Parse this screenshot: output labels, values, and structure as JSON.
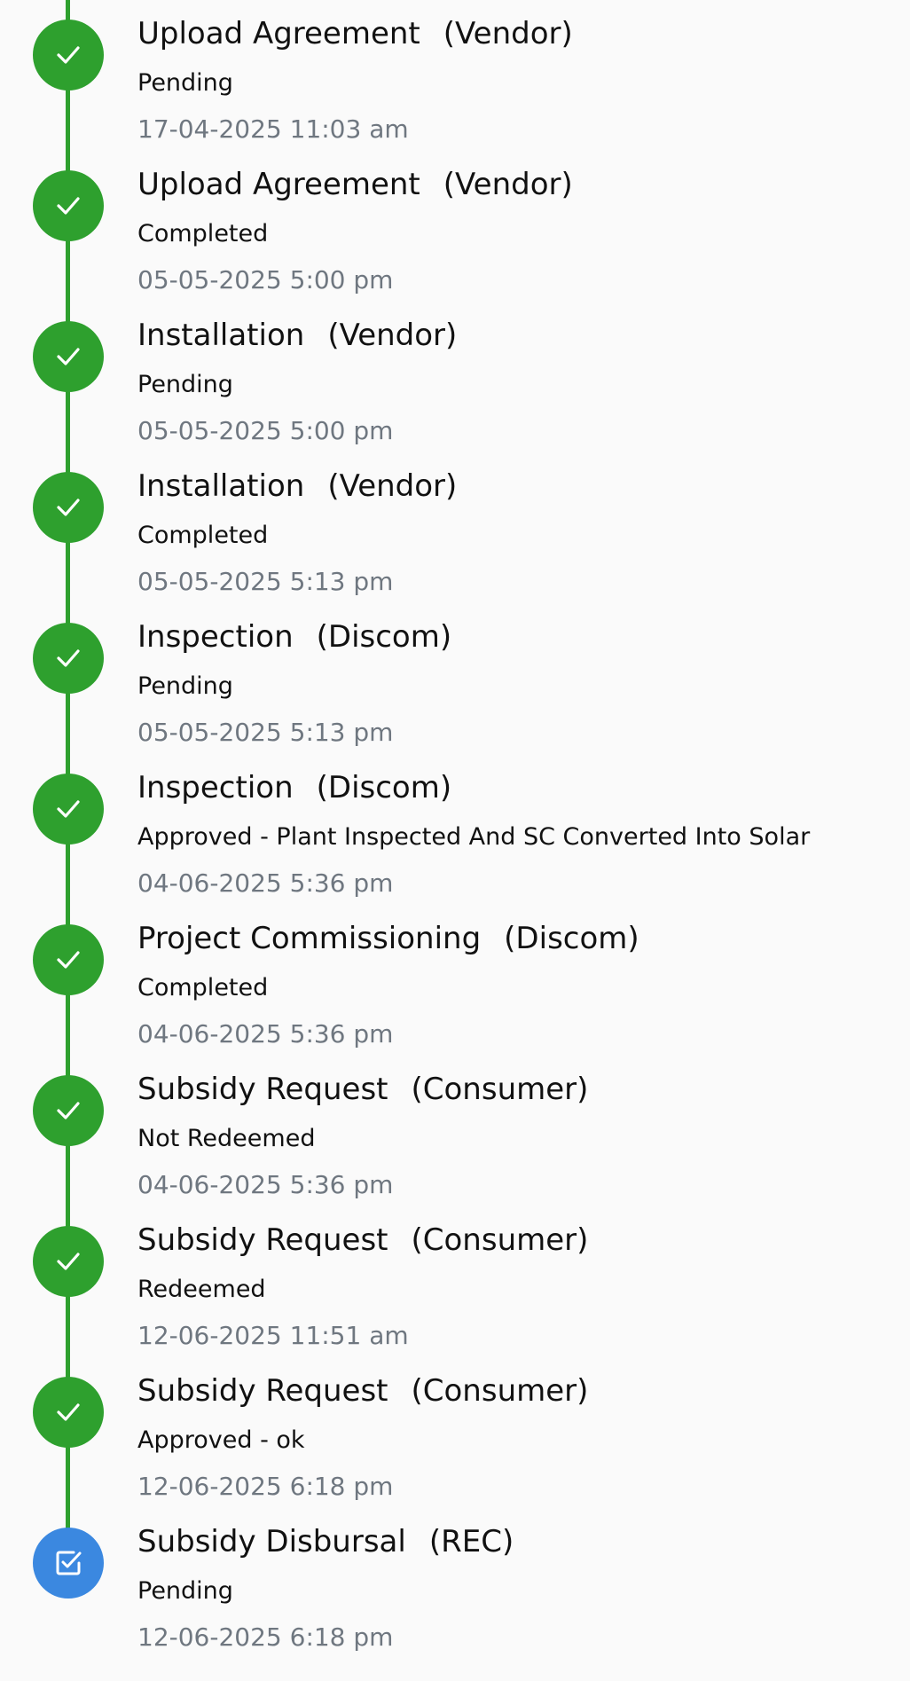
{
  "colors": {
    "completed": "#2ea02e",
    "current": "#3b88e0",
    "timestamp": "#6f7780",
    "text": "#111111",
    "background": "#fafafa"
  },
  "timeline": [
    {
      "step": "Upload Agreement",
      "actor": "(Vendor)",
      "status": "Pending",
      "time": "17-04-2025 11:03 am",
      "state": "done",
      "icon": "check-icon"
    },
    {
      "step": "Upload Agreement",
      "actor": "(Vendor)",
      "status": "Completed",
      "time": "05-05-2025 5:00 pm",
      "state": "done",
      "icon": "check-icon"
    },
    {
      "step": "Installation",
      "actor": "(Vendor)",
      "status": "Pending",
      "time": "05-05-2025 5:00 pm",
      "state": "done",
      "icon": "check-icon"
    },
    {
      "step": "Installation",
      "actor": "(Vendor)",
      "status": "Completed",
      "time": "05-05-2025 5:13 pm",
      "state": "done",
      "icon": "check-icon"
    },
    {
      "step": "Inspection",
      "actor": "(Discom)",
      "status": "Pending",
      "time": "05-05-2025 5:13 pm",
      "state": "done",
      "icon": "check-icon"
    },
    {
      "step": "Inspection",
      "actor": "(Discom)",
      "status": "Approved - Plant Inspected And SC Converted Into Solar",
      "time": "04-06-2025 5:36 pm",
      "state": "done",
      "icon": "check-icon"
    },
    {
      "step": "Project Commissioning",
      "actor": "(Discom)",
      "status": "Completed",
      "time": "04-06-2025 5:36 pm",
      "state": "done",
      "icon": "check-icon"
    },
    {
      "step": "Subsidy Request",
      "actor": "(Consumer)",
      "status": "Not Redeemed",
      "time": "04-06-2025 5:36 pm",
      "state": "done",
      "icon": "check-icon"
    },
    {
      "step": "Subsidy Request",
      "actor": "(Consumer)",
      "status": "Redeemed",
      "time": "12-06-2025 11:51 am",
      "state": "done",
      "icon": "check-icon"
    },
    {
      "step": "Subsidy Request",
      "actor": "(Consumer)",
      "status": "Approved - ok",
      "time": "12-06-2025 6:18 pm",
      "state": "done",
      "icon": "check-icon"
    },
    {
      "step": "Subsidy Disbursal",
      "actor": "(REC)",
      "status": "Pending",
      "time": "12-06-2025 6:18 pm",
      "state": "current",
      "icon": "checkbox-icon"
    }
  ]
}
